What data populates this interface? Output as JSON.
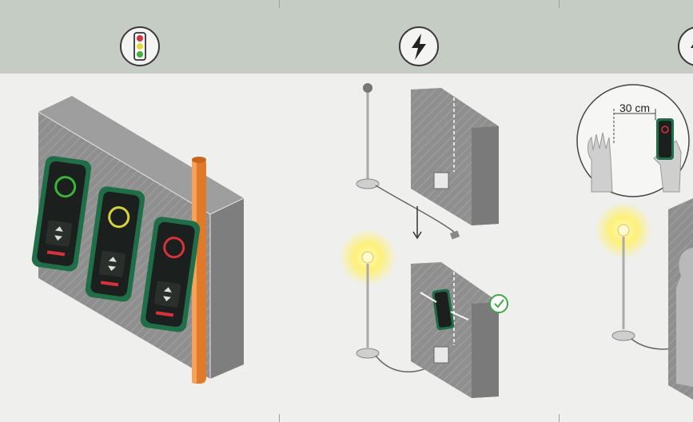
{
  "header": {
    "background": "#c4ccc3",
    "icons": [
      "traffic-light-icon",
      "lightning-icon",
      "lightning-icon"
    ]
  },
  "panels": [
    {
      "name": "detector-status-panel",
      "ring_colors": [
        "#3fb23a",
        "#d8d23a",
        "#d8323a"
      ]
    },
    {
      "name": "live-wire-setup-panel"
    },
    {
      "name": "distance-panel",
      "distance_label": "30 cm"
    }
  ],
  "colors": {
    "device_green": "#1f6e48",
    "device_dark": "#1b1f1d",
    "pipe_orange": "#e07a2a",
    "check_green": "#3fa845"
  }
}
